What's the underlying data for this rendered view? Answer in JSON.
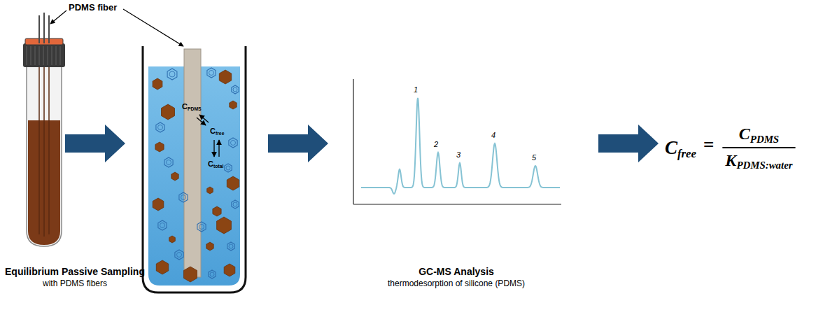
{
  "diagram": {
    "labels": [
      "PDMS fiber",
      "CPDMS",
      "Cfree",
      "Ctotal",
      "1",
      "2",
      "3",
      "4",
      "5",
      "Cfree",
      "=",
      "CPDMS",
      "KPDMS:water",
      "Equilibrium Passive Sampling",
      "with PDMS fibers",
      "GC-MS Analysis",
      "thermodesorption of silicone (PDMS)"
    ]
  }
}
